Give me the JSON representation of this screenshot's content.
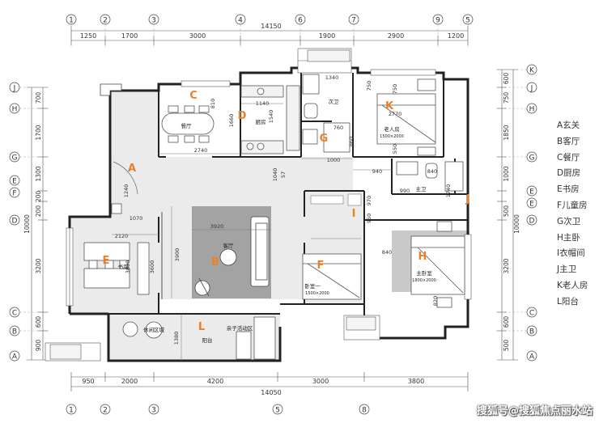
{
  "dims": {
    "top_total": "14150",
    "top": [
      "1250",
      "1700",
      "3000",
      "1900",
      "2900",
      "1200"
    ],
    "bottom_total": "14050",
    "bottom": [
      "950",
      "2000",
      "4200",
      "3000",
      "3800"
    ],
    "left_total": "10000",
    "left": [
      "700",
      "1700",
      "1300",
      "200",
      "200",
      "3200",
      "600",
      "900"
    ],
    "right_total": "10000",
    "right": [
      "600",
      "750",
      "1850",
      "1000",
      "500",
      "3200",
      "600",
      "500"
    ],
    "interior": [
      "1340",
      "750",
      "2770",
      "1140",
      "810",
      "1660",
      "1540",
      "760",
      "860",
      "550",
      "750",
      "2740",
      "1000",
      "1240",
      "1040",
      "57",
      "940",
      "990",
      "840",
      "1740",
      "1070",
      "3920",
      "2120",
      "3900",
      "3800",
      "3600",
      "950",
      "840",
      "820",
      "1380",
      "970",
      "1500",
      "2000"
    ]
  },
  "axes": {
    "top": [
      "1",
      "2",
      "3",
      "4",
      "6",
      "7",
      "9",
      "5"
    ],
    "bottom": [
      "1",
      "2",
      "3",
      "5",
      "8"
    ],
    "left": [
      "J",
      "H",
      "G",
      "E",
      "F",
      "D",
      "C",
      "B",
      "A"
    ],
    "right": [
      "K",
      "J",
      "H",
      "G",
      "E",
      "E",
      "D",
      "C",
      "B",
      "A"
    ]
  },
  "rooms": {
    "A": {
      "letter": "A"
    },
    "B": {
      "letter": "B",
      "name": "客厅"
    },
    "C": {
      "letter": "C",
      "name": "餐厅"
    },
    "D": {
      "letter": "D",
      "name": "厨房"
    },
    "E": {
      "letter": "E",
      "name": "书房"
    },
    "F": {
      "letter": "F",
      "name": "卧室一",
      "size": "1500×2000"
    },
    "G": {
      "letter": "G",
      "name": "次卫"
    },
    "H": {
      "letter": "H",
      "name": "主卧室",
      "size": "1800×2000"
    },
    "I": {
      "letter": "I"
    },
    "J": {
      "letter": "J",
      "name": "主卫"
    },
    "K": {
      "letter": "K",
      "name": "老人房",
      "size": "1500×2000"
    },
    "L": {
      "letter": "L",
      "name": "阳台"
    }
  },
  "zones": {
    "leisure": "休闲区域",
    "kids": "亲子活动区"
  },
  "legend": [
    "A玄关",
    "B客厅",
    "C餐厅",
    "D厨房",
    "E书房",
    "F儿童房",
    "G次卫",
    "H主卧",
    "I衣帽间",
    "J主卫",
    "K老人房",
    "L阳台"
  ],
  "watermark": "搜狐号@搜狐焦点丽水站",
  "colors": {
    "label": "#e8822a",
    "wall": "#222222",
    "rug": "#a3a3a3",
    "floor_dark": "#c9c9c9"
  }
}
